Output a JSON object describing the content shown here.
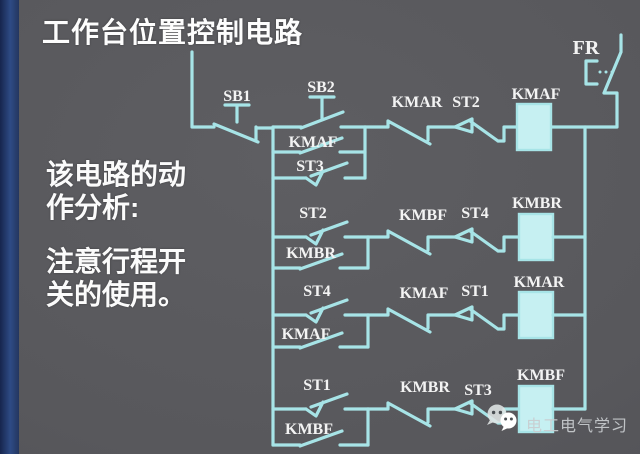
{
  "slide": {
    "title": "工作台位置控制电路",
    "analysis_lines": [
      "该电路的动",
      "作分析:",
      "注意行程开",
      "关的使用。"
    ],
    "watermark": {
      "text": "电工电气学习",
      "icon": "wechat-chat-bubbles"
    }
  },
  "circuit": {
    "labels": {
      "sb1": "SB1",
      "sb2": "SB2",
      "kmaf_aux1": "KMAF",
      "st3_aux": "ST3",
      "kmar_ilk": "KMAR",
      "st2_ilk": "ST2",
      "kmaf_coil": "KMAF",
      "fr": "FR",
      "st2_aux": "ST2",
      "kmbr_aux": "KMBR",
      "kmbf_ilk": "KMBF",
      "st4_ilk": "ST4",
      "kmbr_coil": "KMBR",
      "st4_aux": "ST4",
      "kmaf_aux2": "KMAF",
      "kmaf_ilk": "KMAF",
      "st1_ilk": "ST1",
      "kmar_coil": "KMAR",
      "st1_aux": "ST1",
      "kmbf_aux": "KMBF",
      "kmbr_ilk": "KMBR",
      "st3_ilk": "ST3",
      "kmbf_coil": "KMBF"
    },
    "rungs": [
      {
        "stop": "SB1",
        "parallel": [
          "SB2",
          "KMAF",
          "ST3"
        ],
        "series": [
          "KMAR",
          "ST2"
        ],
        "coil": "KMAF",
        "overload": "FR"
      },
      {
        "parallel": [
          "ST2",
          "KMBR"
        ],
        "series": [
          "KMBF",
          "ST4"
        ],
        "coil": "KMBR"
      },
      {
        "parallel": [
          "ST4",
          "KMAF"
        ],
        "series": [
          "KMAF",
          "ST1"
        ],
        "coil": "KMAR"
      },
      {
        "parallel": [
          "ST1",
          "KMBF"
        ],
        "series": [
          "KMBR",
          "ST3"
        ],
        "coil": "KMBF"
      }
    ]
  },
  "colors": {
    "background": "#58585c",
    "stripe_blue": "#2e4b85",
    "wire_cyan": "#a7e4e7",
    "coil_fill": "#c6f0f2",
    "title_text": "#fdfdfd",
    "label_text": "#f3f3f3",
    "watermark_text": "#c9cdd0"
  }
}
